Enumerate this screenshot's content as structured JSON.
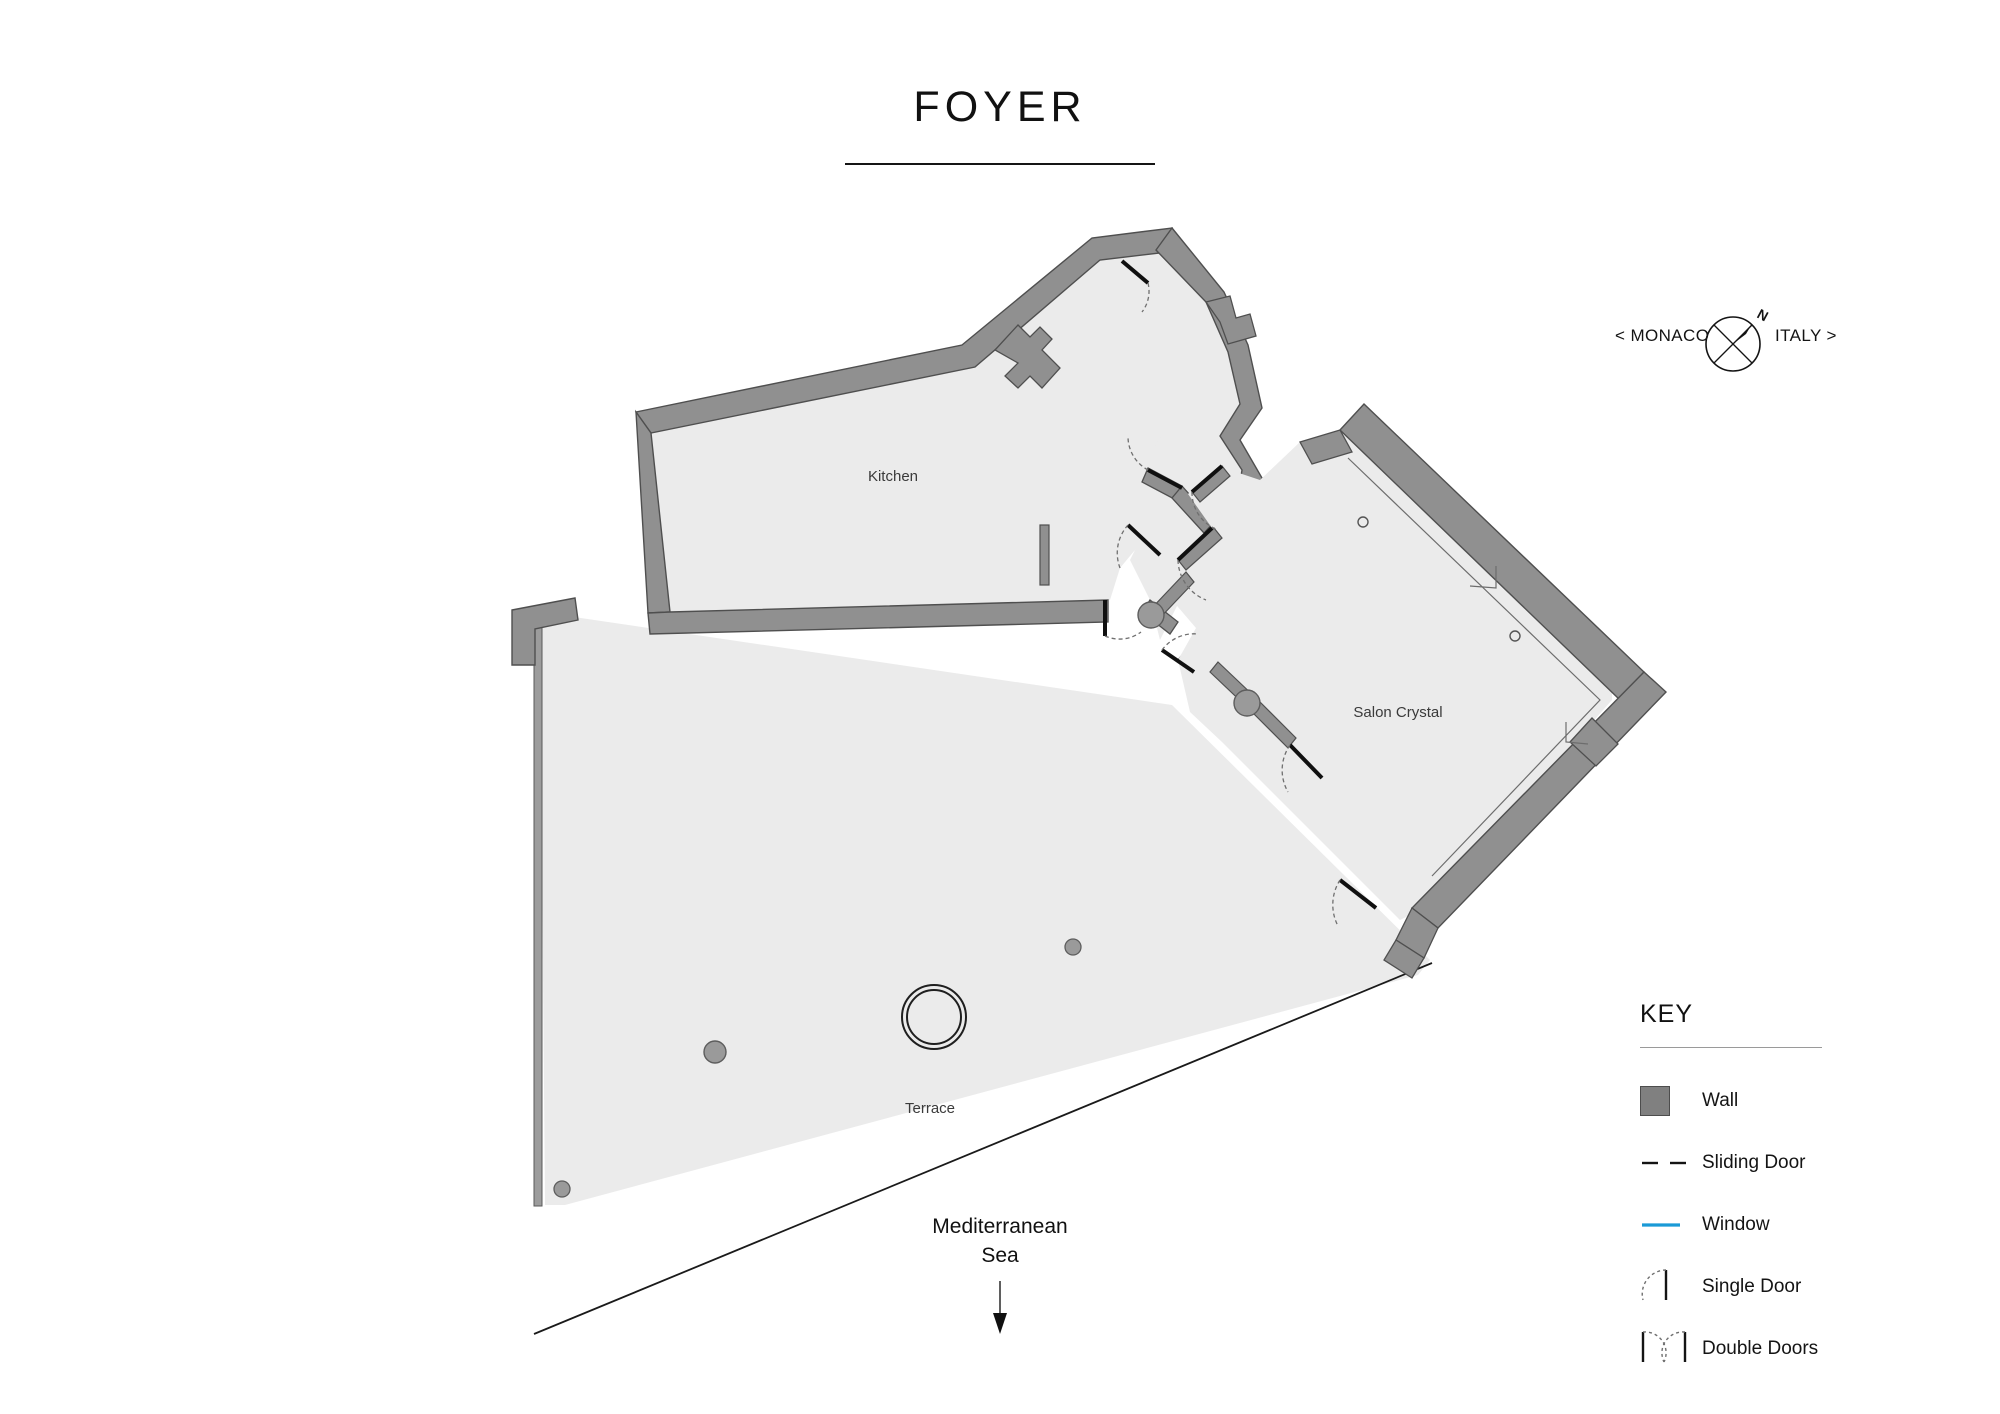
{
  "title": {
    "text": "FOYER"
  },
  "compass": {
    "left_label": "< MONACO",
    "right_label": "ITALY >",
    "north_label": "N",
    "rose_icon": "compass-rose-icon"
  },
  "plan": {
    "rooms": [
      {
        "name": "Kitchen",
        "label": "Kitchen"
      },
      {
        "name": "Salon Crystal",
        "label": "Salon Crystal"
      },
      {
        "name": "Terrace",
        "label": "Terrace"
      }
    ],
    "annotations": [
      {
        "name": "sea-direction",
        "line1": "Mediterranean",
        "line2": "Sea",
        "arrow": "down-arrow-icon"
      }
    ],
    "colors": {
      "wall_fill": "#909090",
      "wall_stroke": "#4f4f4f",
      "room_fill": "#ebebeb",
      "room_stroke": "#9a9a9a",
      "door_leaf": "#101010",
      "swing_arc": "#6f6f6f",
      "column_fill": "#9a9a9a",
      "shoreline": "#1a1a1a"
    }
  },
  "key": {
    "title": "KEY",
    "items": [
      {
        "label": "Wall",
        "symbol": "wall-swatch-icon"
      },
      {
        "label": "Sliding Door",
        "symbol": "sliding-door-icon"
      },
      {
        "label": "Window",
        "symbol": "window-line-icon"
      },
      {
        "label": "Single Door",
        "symbol": "single-door-icon"
      },
      {
        "label": "Double Doors",
        "symbol": "double-doors-icon"
      }
    ],
    "window_color": "#1a9ad6"
  }
}
